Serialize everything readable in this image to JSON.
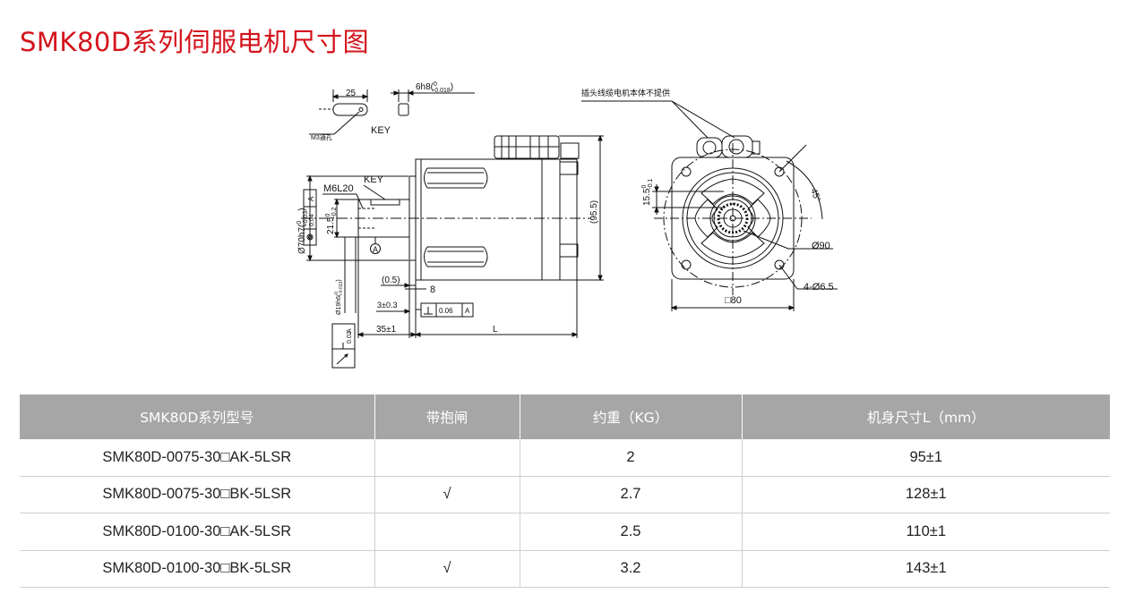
{
  "title": "SMK80D系列伺服电机尺寸图",
  "drawing": {
    "key_detail": {
      "key_length": "25",
      "key_width": "6h8(",
      "key_tol_top": "0",
      "key_tol_bottom": "-0.018",
      "key_tol_close": ")",
      "hole_note": "M3通孔",
      "key_label": "KEY"
    },
    "side_view": {
      "thread_label": "M6L20",
      "key_label": "KEY",
      "flange_dia": "Ø70h7(",
      "flange_tol_top": "0",
      "flange_tol_bottom": "-0.03",
      "flange_tol_close": ")",
      "concentric_tol": "0.04",
      "datum_a": "A",
      "height_label": "21.5",
      "height_tol_top": "0",
      "height_tol_bottom": "-0.2",
      "datum_marker": "A",
      "shaft_dia": "Ø19h6(",
      "shaft_tol_top": "0",
      "shaft_tol_bottom": "-0.013",
      "shaft_tol_close": ")",
      "runout_tol": "0.02",
      "runout_datum": "A",
      "gap_label": "(0.5)",
      "flange_thk": "8",
      "spigot_len": "3±0.3",
      "perp_tol": "0.06",
      "perp_datum": "A",
      "shaft_len": "35±1",
      "body_len": "L",
      "body_height": "(95.5)"
    },
    "front_view": {
      "connector_note": "插头线缆电机本体不提供",
      "angle_label": "45°",
      "offset_label": "15.5",
      "offset_tol_top": "0",
      "offset_tol_bottom": "-0.1",
      "pcd_label": "Ø90",
      "holes_label": "4-Ø6.5",
      "square_label": "□80"
    }
  },
  "table": {
    "headers": [
      "SMK80D系列型号",
      "带抱闸",
      "约重（KG）",
      "机身尺寸L（mm）"
    ],
    "rows": [
      {
        "model": "SMK80D-0075-30□AK-5LSR",
        "brake": "",
        "weight": "2",
        "length": "95±1"
      },
      {
        "model": "SMK80D-0075-30□BK-5LSR",
        "brake": "√",
        "weight": "2.7",
        "length": "128±1"
      },
      {
        "model": "SMK80D-0100-30□AK-5LSR",
        "brake": "",
        "weight": "2.5",
        "length": "110±1"
      },
      {
        "model": "SMK80D-0100-30□BK-5LSR",
        "brake": "√",
        "weight": "3.2",
        "length": "143±1"
      }
    ]
  }
}
